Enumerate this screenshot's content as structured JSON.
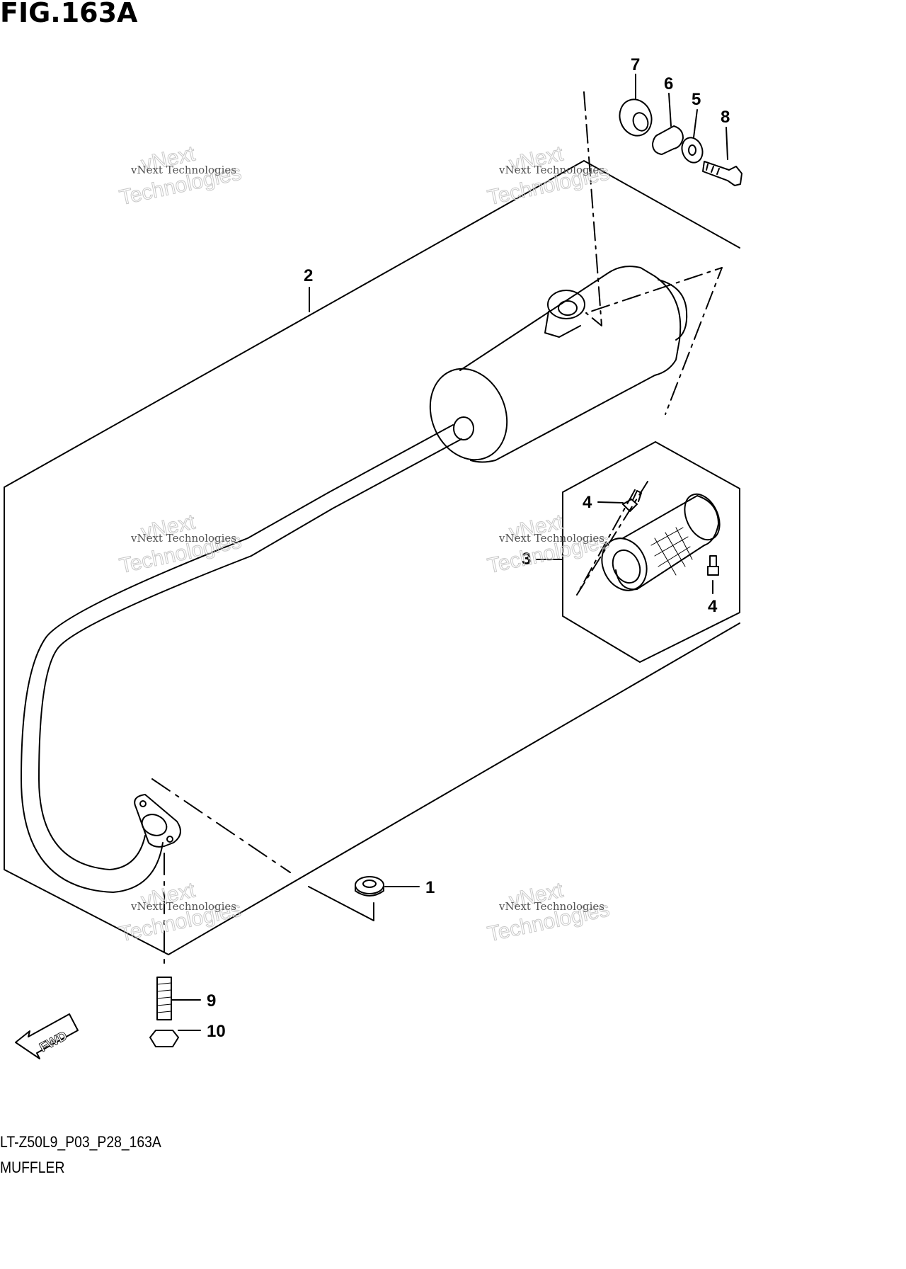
{
  "figure": {
    "title": "FIG.163A",
    "code": "LT-Z50L9_P03_P28_163A",
    "name": "MUFFLER"
  },
  "callouts": [
    "1",
    "2",
    "3",
    "4",
    "4",
    "5",
    "6",
    "7",
    "8",
    "9",
    "10"
  ],
  "fwd_label": "FWD",
  "watermark": {
    "line1": "vNext Technologies",
    "line2": "vNext",
    "line3": "Technologies"
  }
}
